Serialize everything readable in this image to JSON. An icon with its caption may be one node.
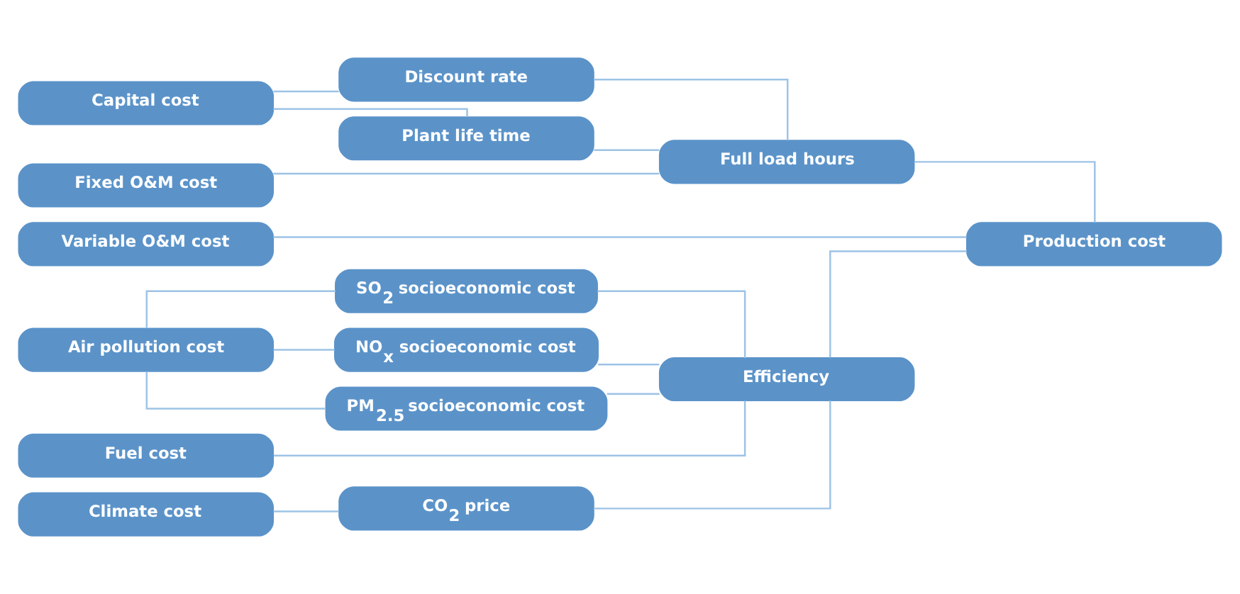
{
  "diagram": {
    "nodes": [
      {
        "text": [
          "Plant life time"
        ]
      },
      {
        "text": [
          "Capital cost"
        ]
      },
      {
        "text": [
          "Discount rate"
        ]
      },
      {
        "text": [
          "Full load hours"
        ]
      },
      {
        "text": [
          "Fixed O&M cost"
        ]
      },
      {
        "text": [
          "Variable O&M cost"
        ]
      },
      {
        "text": [
          "Production cost"
        ]
      },
      {
        "text": [
          "Fuel cost"
        ]
      },
      {
        "text": [
          "Climate cost"
        ]
      },
      {
        "text": [
          "CO$_{2}$ price"
        ]
      },
      {
        "text": [
          "Efficiency"
        ]
      },
      {
        "text": [
          "SO$_{2}$ socioeconomic cost"
        ]
      },
      {
        "text": [
          "Air pollution cost"
        ]
      },
      {
        "text": [
          "NO$_{x}$ socioeconomic cost"
        ]
      },
      {
        "text": [
          "PM$_{2.5}$ socioeconomic cost"
        ]
      }
    ],
    "edges": [
      {
        "from": 1,
        "to": 0,
        "arrow": "none"
      },
      {
        "from": 1,
        "to": 2,
        "arrow": "none"
      },
      {
        "from": 0,
        "to": 3,
        "arrow": "none"
      },
      {
        "from": 2,
        "to": 3,
        "arrow": "none"
      },
      {
        "from": 4,
        "to": 3,
        "arrow": "none"
      },
      {
        "from": 3,
        "to": 6,
        "arrow": "none"
      },
      {
        "from": 5,
        "to": 6,
        "arrow": "none"
      },
      {
        "from": 10,
        "to": 6,
        "arrow": "none"
      },
      {
        "from": 7,
        "to": 10,
        "arrow": "none"
      },
      {
        "from": 8,
        "to": 9,
        "arrow": "none"
      },
      {
        "from": 9,
        "to": 10,
        "arrow": "none"
      },
      {
        "from": 12,
        "to": 11,
        "arrow": "none"
      },
      {
        "from": 12,
        "to": 13,
        "arrow": "none"
      },
      {
        "from": 12,
        "to": 14,
        "arrow": "none"
      },
      {
        "from": 11,
        "to": 10,
        "arrow": "none"
      },
      {
        "from": 13,
        "to": 10,
        "arrow": "none"
      },
      {
        "from": 14,
        "to": 10,
        "arrow": "none"
      }
    ]
  }
}
